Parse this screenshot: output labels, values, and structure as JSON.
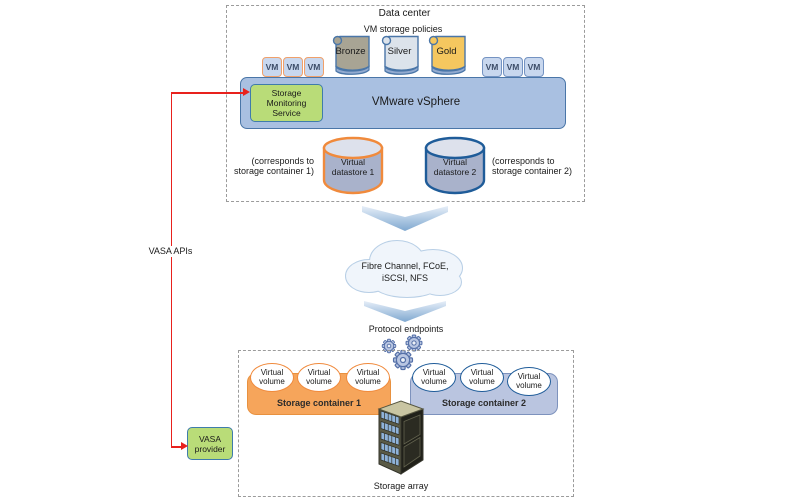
{
  "colors": {
    "steel_border": "#4a76a8",
    "bar_fill": "#a9c0e1",
    "vm_fill": "#c8d7ee",
    "vm_border_orange": "#f0a06a",
    "vm_border_blue": "#7493c2",
    "green_fill": "#b9dc78",
    "green_border": "#3f7cab",
    "orange_accent": "#f08a3c",
    "dark_blue_accent": "#1f5c99",
    "container1_fill": "#f6a55b",
    "container1_border": "#e8913f",
    "container2_fill": "#bac5e0",
    "container2_border": "#7d92bd",
    "cylinder_body": "#a9b2cb",
    "cylinder_top": "#dde1ec",
    "scroll_under": "#93abd0",
    "cloud_fill": "#f0f5fb",
    "cloud_border": "#b8cfe6",
    "gear_fill": "#b9c6e2",
    "gear_stroke": "#5570a8",
    "red_line": "#e8211d",
    "dashed_border": "#9b9b9b"
  },
  "datacenter": {
    "title": "Data center",
    "policies_title": "VM storage policies",
    "policies": [
      {
        "label": "Bronze",
        "color": "#a8a494"
      },
      {
        "label": "Silver",
        "color": "#dce3eb"
      },
      {
        "label": "Gold",
        "color": "#f5c75f"
      }
    ],
    "vm_label": "VM",
    "vsphere_label": "VMware vSphere",
    "sms_label": "Storage Monitoring Service",
    "datastore1": {
      "label": "Virtual datastore 1",
      "note": "(corresponds to storage container 1)"
    },
    "datastore2": {
      "label": "Virtual datastore 2",
      "note": "(corresponds to storage container 2)"
    }
  },
  "fabric": {
    "cloud_line1": "Fibre Channel, FCoE,",
    "cloud_line2": "iSCSI, NFS",
    "protocol_endpoints": "Protocol endpoints"
  },
  "storage": {
    "container1": "Storage container 1",
    "container2": "Storage container 2",
    "virtual_volume": "Virtual volume",
    "array": "Storage array"
  },
  "vasa": {
    "apis": "VASA APIs",
    "provider": "VASA provider"
  }
}
